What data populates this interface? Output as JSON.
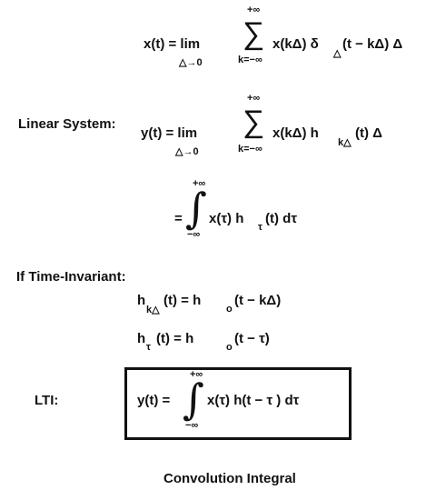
{
  "eq1": {
    "lhs": "x(t) = lim",
    "limit": "△→0",
    "sum_top": "+∞",
    "sum_symbol": "∑",
    "sum_bottom": "k=−∞",
    "body": "x(kΔ) δ",
    "delta_sub": "△",
    "tail": "(t − kΔ) Δ"
  },
  "linear_label": "Linear System:",
  "eq2": {
    "lhs": "y(t) = lim",
    "limit": "△→0",
    "sum_top": "+∞",
    "sum_symbol": "∑",
    "sum_bottom": "k=−∞",
    "body": "x(kΔ)  h",
    "h_sub": "k△",
    "tail": "(t) Δ"
  },
  "eq3": {
    "eq": "=",
    "int_top": "+∞",
    "int_symbol": "∫",
    "int_bottom": "−∞",
    "body": "x(τ) h",
    "h_sub": "τ",
    "tail": "(t) dτ"
  },
  "ti_label": "If Time-Invariant:",
  "eq4": {
    "h": "h",
    "h_sub": "k△",
    "mid": "(t)  = h",
    "o_sub": "o",
    "tail": "(t − kΔ)"
  },
  "eq5": {
    "h": "h",
    "h_sub": "τ",
    "mid": "(t)   = h",
    "o_sub": "o",
    "tail": "(t − τ)"
  },
  "lti_label": "LTI:",
  "eq6": {
    "lhs": "y(t) =",
    "int_top": "+∞",
    "int_symbol": "∫",
    "int_bottom": "−∞",
    "body": "x(τ) h(t − τ ) dτ"
  },
  "caption": "Convolution Integral"
}
